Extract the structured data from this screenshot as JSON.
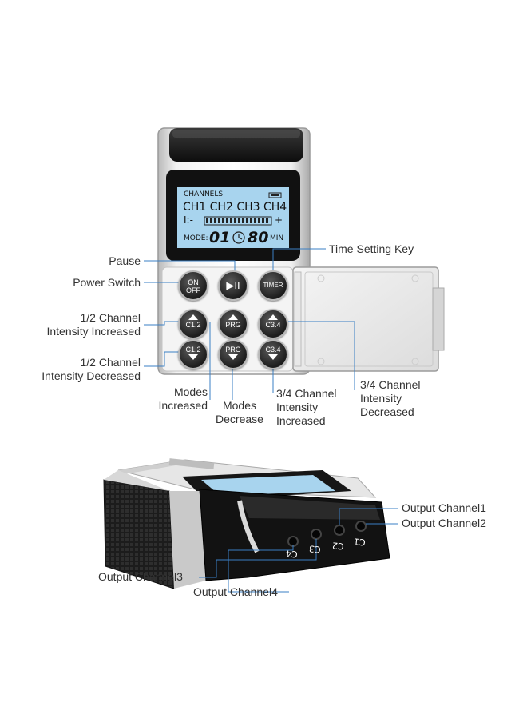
{
  "device": {
    "lcd": {
      "channels_label": "CHANNELS",
      "channel_row": "CH1 CH2 CH3 CH4",
      "intensity_minus": "I:-",
      "intensity_plus": "+",
      "mode_label": "MODE:",
      "mode_value": "01",
      "timer_value": "80",
      "min_label": "MIN"
    },
    "buttons": {
      "on_off": "ON\nOFF",
      "play_pause": "▶II",
      "timer": "TIMER",
      "c12_up": "C1.2",
      "prg_up": "PRG",
      "c34_up": "C3.4",
      "c12_down": "C1.2",
      "prg_down": "PRG",
      "c34_down": "C3.4"
    },
    "jacks": [
      "C4",
      "C3",
      "C2",
      "C1"
    ]
  },
  "callouts": {
    "pause": "Pause",
    "power_switch": "Power Switch",
    "time_setting_key": "Time Setting Key",
    "ch12_increased_1": "1/2 Channel",
    "ch12_increased_2": "Intensity Increased",
    "ch12_decreased_1": "1/2 Channel",
    "ch12_decreased_2": "Intensity Decreased",
    "modes_increased_1": "Modes",
    "modes_increased_2": "Increased",
    "modes_decrease_1": "Modes",
    "modes_decrease_2": "Decrease",
    "ch34_increased_1": "3/4 Channel",
    "ch34_increased_2": "Intensity",
    "ch34_increased_3": "Increased",
    "ch34_decreased_1": "3/4 Channel",
    "ch34_decreased_2": "Intensity",
    "ch34_decreased_3": "Decreased",
    "output1": "Output Channel1",
    "output2": "Output Channel2",
    "output3": "Output Channel3",
    "output4": "Output Channel4"
  },
  "colors": {
    "leader_line": "#3a7fc4",
    "lcd_bg": "#a8d4ee",
    "body_silver": "#d9d9d9",
    "body_black": "#1a1a1a"
  }
}
